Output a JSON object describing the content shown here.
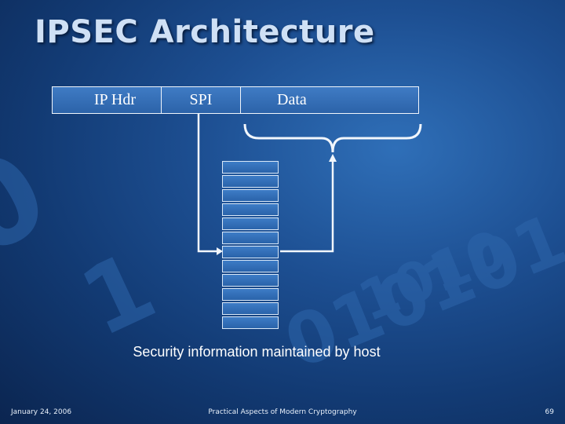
{
  "slide": {
    "title": "IPSEC Architecture",
    "packet": {
      "fields": [
        "IP Hdr",
        "SPI",
        "Data"
      ]
    },
    "sa_table": {
      "row_count": 12
    },
    "caption": "Security information maintained by host",
    "footer": {
      "date": "January 24, 2006",
      "course": "Practical Aspects of Modern Cryptography",
      "page": "69"
    },
    "colors": {
      "background": "#1d4f92",
      "cell_fill": "#3a76c0",
      "line": "#f1f6fc"
    }
  }
}
